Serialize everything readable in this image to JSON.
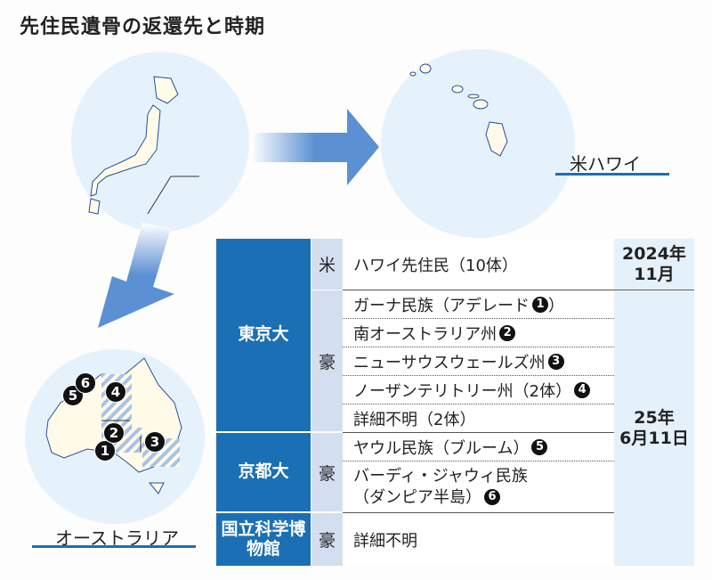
{
  "title": "先住民遺骨の返還先と時期",
  "labels": {
    "hawaii": "米ハワイ",
    "australia": "オーストラリア"
  },
  "colors": {
    "blue": "#1b6fb4",
    "light": "#e6f2fb"
  },
  "map_markers": [
    "1",
    "2",
    "3",
    "4",
    "5",
    "6"
  ],
  "table": {
    "institutions": [
      "東京大",
      "京都大",
      "国立科学博物館"
    ],
    "countries": {
      "us": "米",
      "au": "豪"
    },
    "items": {
      "hawaii": "ハワイ先住民（10体）",
      "ghana": "ガーナ民族（アデレード",
      "ghana_close": "）",
      "sa": "南オーストラリア州",
      "nsw": "ニューサウスウェールズ州",
      "nt": "ノーザンテリトリー州（2体）",
      "unknown2": "詳細不明（2体）",
      "yawuru": "ヤウル民族（ブルーム）",
      "bardi1": "バーディ・ジャウィ民族",
      "bardi2": "（ダンピア半島）",
      "unknown": "詳細不明"
    },
    "dates": {
      "d1a": "2024年",
      "d1b": "11月",
      "d2a": "25年",
      "d2b": "6月11日"
    }
  }
}
